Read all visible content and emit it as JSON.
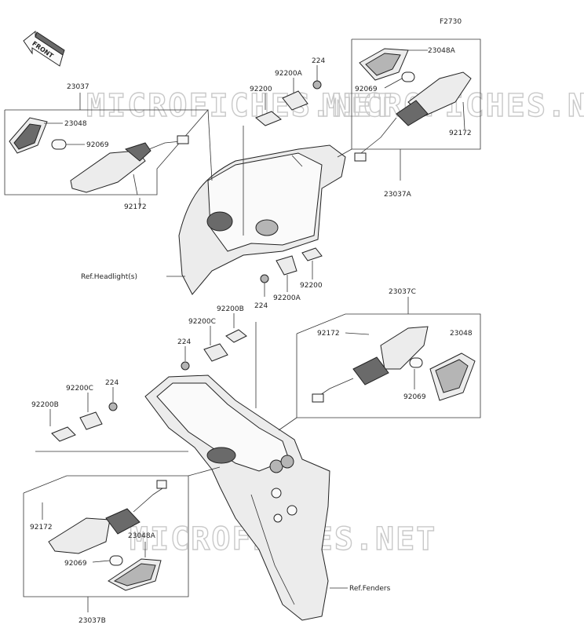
{
  "figure_code": "F2730",
  "front_label": "FRONT",
  "watermark": "MICROFICHES.NET",
  "parts": {
    "p23037": "23037",
    "p23048_a": "23048",
    "p92069_a": "92069",
    "p92172_a": "92172",
    "p224_a": "224",
    "p92200a_a": "92200A",
    "p92200_a": "92200",
    "p23048A_a": "23048A",
    "p92069_b": "92069",
    "p92172_b": "92172",
    "p23037A": "23037A",
    "ref_headlight": "Ref.Headlight(s)",
    "p92200_b": "92200",
    "p92200A_b": "92200A",
    "p224_b": "224",
    "p23037C": "23037C",
    "p92200B_a": "92200B",
    "p92200C_a": "92200C",
    "p224_c": "224",
    "p92172_c": "92172",
    "p23048_b": "23048",
    "p92069_c": "92069",
    "p224_d": "224",
    "p92200C_b": "92200C",
    "p92200B_b": "92200B",
    "p92172_d": "92172",
    "p23048A_b": "23048A",
    "p92069_d": "92069",
    "ref_fenders": "Ref.Fenders",
    "p23037B": "23037B"
  }
}
